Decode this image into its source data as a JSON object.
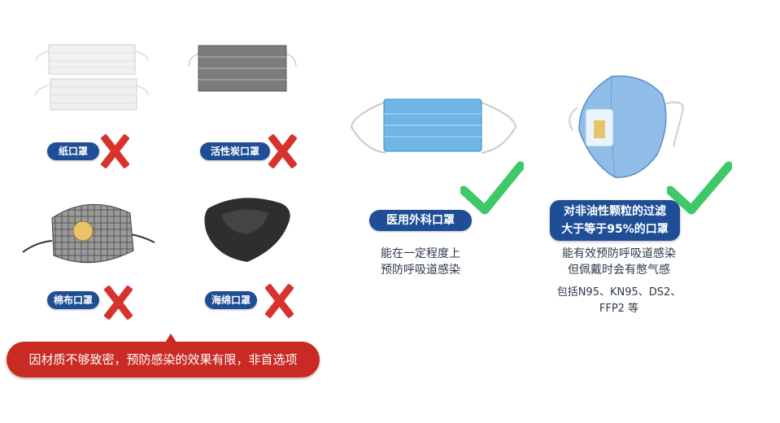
{
  "masks_not_recommended": [
    {
      "label": "纸口罩",
      "icon": "paper-mask-icon"
    },
    {
      "label": "活性炭口罩",
      "icon": "carbon-mask-icon"
    },
    {
      "label": "棉布口罩",
      "icon": "cotton-mask-icon"
    },
    {
      "label": "海绵口罩",
      "icon": "sponge-mask-icon"
    }
  ],
  "mark_icon": "red-cross-icon",
  "banner": "因材质不够致密，预防感染的效果有限，非首选项",
  "masks_recommended": [
    {
      "label": "医用外科口罩",
      "desc_lines": [
        "能在一定程度上",
        "预防呼吸道感染"
      ],
      "icon": "surgical-mask-icon"
    },
    {
      "label_lines": [
        "对非油性颗粒的过滤",
        "大于等于95%的口罩"
      ],
      "desc_lines": [
        "能有效预防呼吸道感染",
        "但佩戴时会有憋气感"
      ],
      "note_lines": [
        "包括N95、KN95、DS2、",
        "FFP2 等"
      ],
      "icon": "n95-mask-icon"
    }
  ],
  "check_icon": "green-check-icon",
  "colors": {
    "label_bg": "#1f4e96",
    "cross": "#d8322d",
    "check": "#3ec86a",
    "banner_bg": "#c92a23"
  }
}
